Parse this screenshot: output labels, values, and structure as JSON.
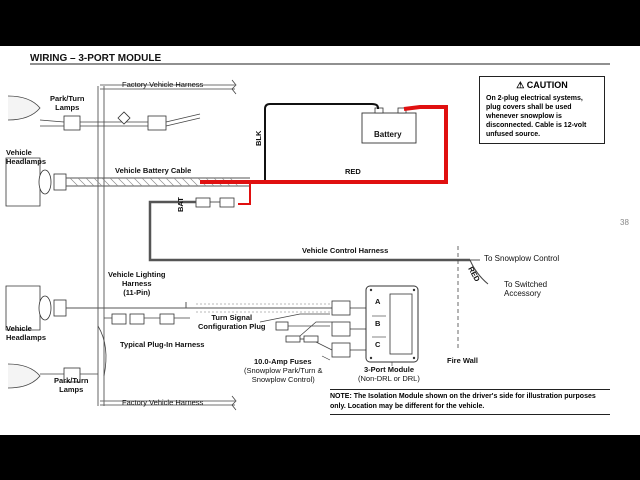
{
  "title": "WIRING – 3-PORT MODULE",
  "page_number": "38",
  "labels": {
    "factory_harness_top": "Factory Vehicle Harness",
    "factory_harness_bottom": "Factory Vehicle Harness",
    "park_turn_top": "Park/Turn\nLamps",
    "park_turn_bottom": "Park/Turn\nLamps",
    "headlamps_top": "Vehicle\nHeadlamps",
    "headlamps_bottom": "Vehicle\nHeadlamps",
    "battery_cable": "Vehicle Battery Cable",
    "battery": "Battery",
    "blk": "BLK",
    "red_top": "RED",
    "bat": "BAT",
    "control_harness": "Vehicle Control Harness",
    "to_snowplow": "To Snowplow Control",
    "red_side": "RED",
    "to_switched": "To Switched\nAccessory",
    "lighting_harness": "Vehicle Lighting\nHarness\n(11-Pin)",
    "turn_signal_plug": "Turn Signal\nConfiguration Plug",
    "typical_plug_in": "Typical Plug-In Harness",
    "fuses_title": "10.0-Amp Fuses",
    "fuses_sub": "(Snowplow Park/Turn &\nSnowplow Control)",
    "module_title": "3-Port Module",
    "module_sub": "(Non-DRL or DRL)",
    "fire_wall": "Fire Wall",
    "port_a": "A",
    "port_b": "B",
    "port_c": "C"
  },
  "caution": {
    "heading": "⚠ CAUTION",
    "body": "On 2-plug electrical systems, plug covers shall be used whenever snowplow is disconnected. Cable is 12-volt unfused source."
  },
  "note": "NOTE: The Isolation Module shown on the driver's side for illustration purposes only. Location may be different for the vehicle.",
  "colors": {
    "red_wire": "#e01010",
    "gray_wire": "#555555",
    "black_wire": "#111111"
  }
}
